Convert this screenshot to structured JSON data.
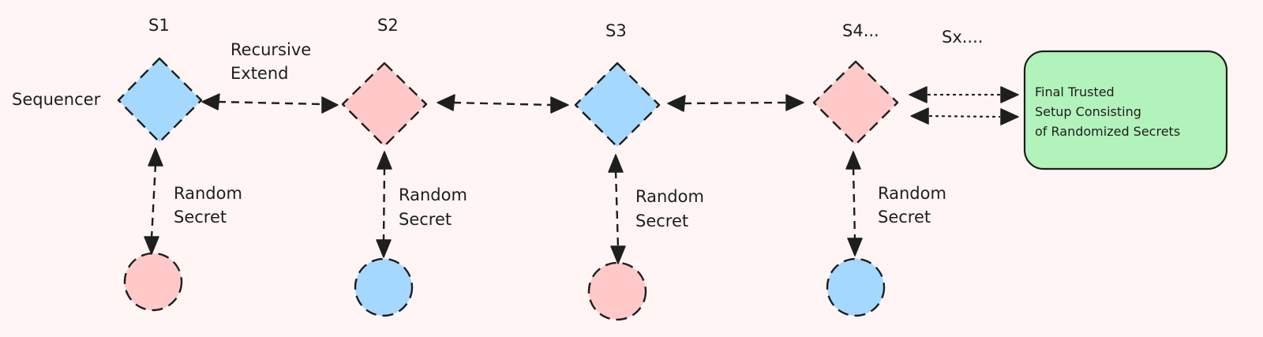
{
  "colors": {
    "background": "#fff5f4",
    "blue": "#a5d8ff",
    "pink": "#ffc9c9",
    "green": "#b2f2bb",
    "stroke": "#1e1e1e"
  },
  "stages": [
    {
      "label": "S1",
      "diamond_color": "blue",
      "circle_color": "pink"
    },
    {
      "label": "S2",
      "diamond_color": "pink",
      "circle_color": "blue"
    },
    {
      "label": "S3",
      "diamond_color": "blue",
      "circle_color": "pink"
    },
    {
      "label": "S4...",
      "diamond_color": "pink",
      "circle_color": "blue"
    }
  ],
  "extra_stage_label": "Sx....",
  "sequencer_label": "Sequencer",
  "recursive_label": [
    "Recursive",
    "Extend"
  ],
  "random_secret_label": [
    "Random",
    "Secret"
  ],
  "final_box": {
    "lines": [
      "Final Trusted",
      "Setup Consisting",
      "of Randomized Secrets"
    ],
    "color": "green"
  }
}
